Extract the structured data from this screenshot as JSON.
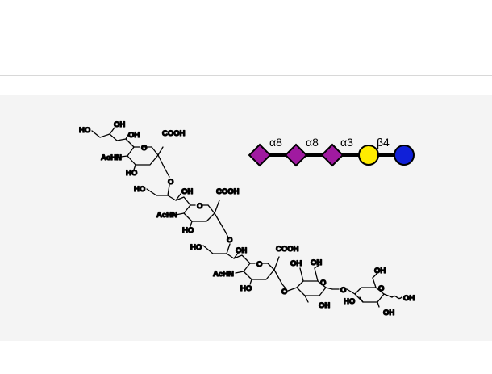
{
  "structure": {
    "unit1": {
      "ho_a": "HO",
      "oh_a": "OH",
      "oh_b": "OH",
      "cooh": "COOH",
      "achn": "AcHN",
      "ho_b": "HO",
      "ring_o": "O",
      "link_o": "O"
    },
    "unit2": {
      "ho_a": "HO",
      "oh_a": "OH",
      "cooh": "COOH",
      "achn": "AcHN",
      "ho_b": "HO",
      "ring_o": "O",
      "link_o": "O"
    },
    "unit3": {
      "ho_a": "HO",
      "oh_a": "OH",
      "cooh": "COOH",
      "achn": "AcHN",
      "ho_b": "HO",
      "ring_o": "O",
      "link_o": "O"
    },
    "galactose": {
      "oh_a": "OH",
      "oh_b": "OH",
      "ring_o": "O",
      "oh_c": "OH",
      "link_o": "O"
    },
    "glucose": {
      "oh_a": "OH",
      "ring_o": "O",
      "ho": "HO",
      "oh_b": "OH",
      "oh_c": "OH"
    }
  },
  "glycan_symbols": {
    "links": [
      "α8",
      "α8",
      "α3",
      "β4"
    ],
    "nodes": [
      {
        "name": "Neu5Ac",
        "shape": "diamond",
        "color": "#a01aa0"
      },
      {
        "name": "Neu5Ac",
        "shape": "diamond",
        "color": "#a01aa0"
      },
      {
        "name": "Neu5Ac",
        "shape": "diamond",
        "color": "#a01aa0"
      },
      {
        "name": "Gal",
        "shape": "circle",
        "color": "#ffec00"
      },
      {
        "name": "Glc",
        "shape": "circle",
        "color": "#1020d8"
      }
    ]
  }
}
